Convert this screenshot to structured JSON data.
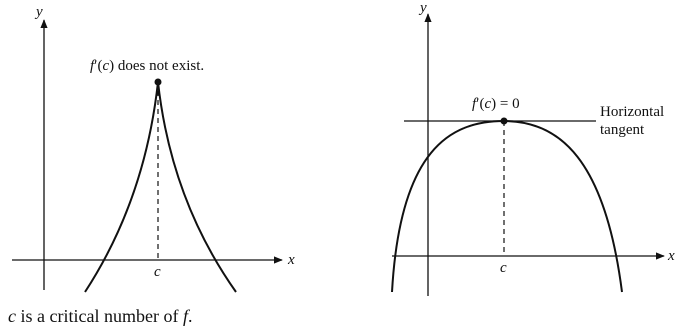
{
  "left_graph": {
    "x_axis_label": "x",
    "y_axis_label": "y",
    "tick_label": "c",
    "annotation": {
      "func": "f",
      "prime": "′",
      "open": "(",
      "arg": "c",
      "close": ")",
      "rest": " does not exist."
    }
  },
  "right_graph": {
    "x_axis_label": "x",
    "y_axis_label": "y",
    "tick_label": "c",
    "annotation": {
      "func": "f",
      "prime": "′",
      "open": "(",
      "arg": "c",
      "close": ")",
      "rest": " = 0"
    },
    "tangent_label_line1": "Horizontal",
    "tangent_label_line2": "tangent"
  },
  "caption": {
    "var": "c",
    "middle": " is a critical number of ",
    "func": "f",
    "end": "."
  },
  "colors": {
    "ink": "#111111",
    "background": "#ffffff"
  }
}
